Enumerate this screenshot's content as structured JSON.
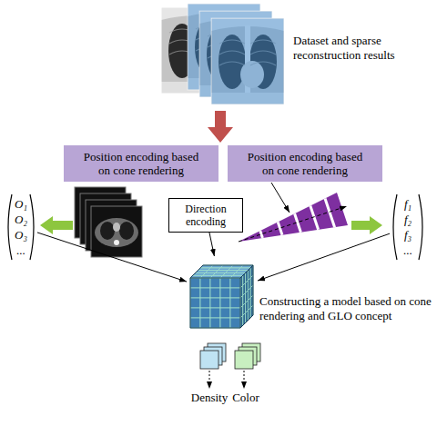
{
  "diagram": {
    "nodes": [
      {
        "text": [
          "Position encoding based on cone rendering"
        ]
      },
      {
        "text": [
          "Position encoding based on cone rendering"
        ]
      },
      {
        "text": [
          "O₁",
          "O₂",
          "O₃",
          "..."
        ]
      },
      {
        "text": [
          "Direction encoding"
        ]
      },
      {
        "text": [
          "f₁",
          "f₂",
          "f₃",
          "..."
        ]
      },
      {
        "text": [
          "Constructing a model based on cone rendering and GLO concept"
        ]
      }
    ],
    "edges": [
      {
        "from": 2,
        "to": 5,
        "arrow": "to"
      },
      {
        "from": 3,
        "to": 5,
        "arrow": "to"
      },
      {
        "from": 4,
        "to": 5,
        "arrow": "to"
      }
    ],
    "labels": [
      "Dataset and sparse reconstruction results",
      "Density",
      "Color"
    ]
  }
}
